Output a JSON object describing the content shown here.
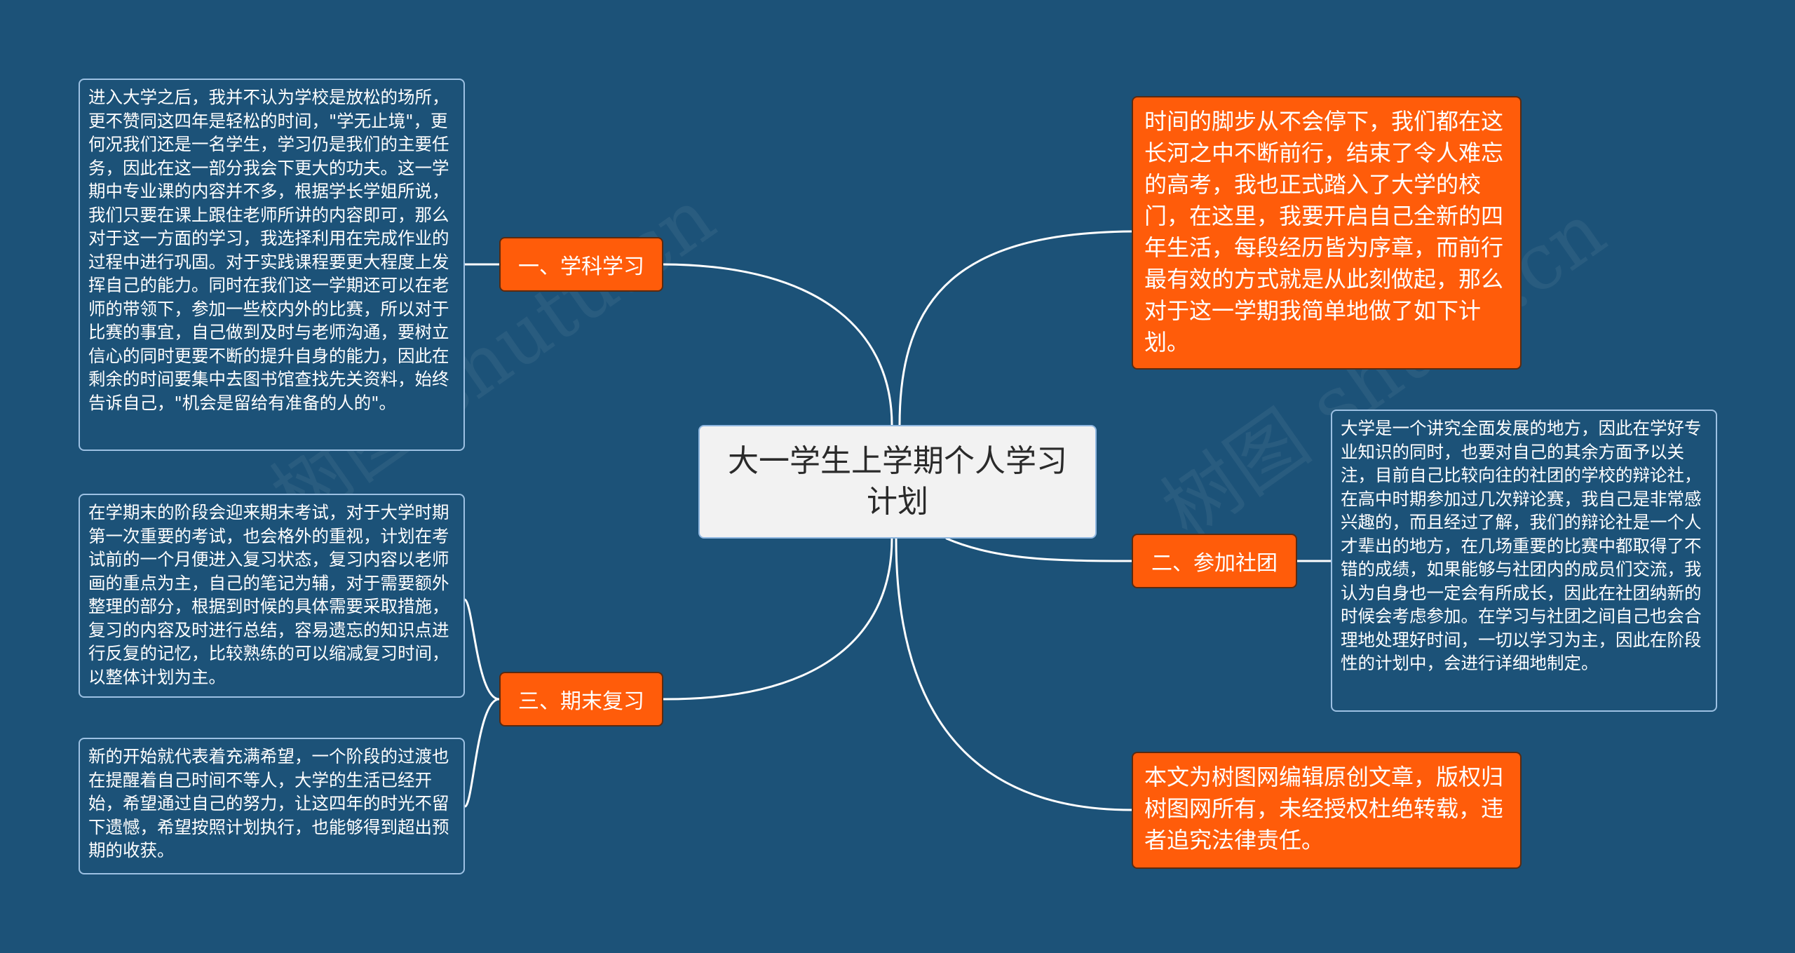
{
  "root": {
    "title": "大一学生上学期个人学习计划"
  },
  "branches": {
    "subject": {
      "label": "一、学科学习"
    },
    "club": {
      "label": "二、参加社团"
    },
    "final_review": {
      "label": "三、期末复习"
    }
  },
  "intro_text": "时间的脚步从不会停下，我们都在这长河之中不断前行，结束了令人难忘的高考，我也正式踏入了大学的校门，在这里，我要开启自己全新的四年生活，每段经历皆为序章，而前行最有效的方式就是从此刻做起，那么对于这一学期我简单地做了如下计划。",
  "copyright_text": "本文为树图网编辑原创文章，版权归树图网所有，未经授权杜绝转载，违者追究法律责任。",
  "leaves": {
    "subject_detail": "进入大学之后，我并不认为学校是放松的场所，更不赞同这四年是轻松的时间，\"学无止境\"，更何况我们还是一名学生，学习仍是我们的主要任务，因此在这一部分我会下更大的功夫。这一学期中专业课的内容并不多，根据学长学姐所说，我们只要在课上跟住老师所讲的内容即可，那么对于这一方面的学习，我选择利用在完成作业的过程中进行巩固。对于实践课程要更大程度上发挥自己的能力。同时在我们这一学期还可以在老师的带领下，参加一些校内外的比赛，所以对于比赛的事宜，自己做到及时与老师沟通，要树立信心的同时更要不断的提升自身的能力，因此在剩余的时间要集中去图书馆查找先关资料，始终告诉自己，\"机会是留给有准备的人的\"。",
    "club_detail": "大学是一个讲究全面发展的地方，因此在学好专业知识的同时，也要对自己的其余方面予以关注，目前自己比较向往的社团的学校的辩论社，在高中时期参加过几次辩论赛，我自己是非常感兴趣的，而且经过了解，我们的辩论社是一个人才辈出的地方，在几场重要的比赛中都取得了不错的成绩，如果能够与社团内的成员们交流，我认为自身也一定会有所成长，因此在社团纳新的时候会考虑参加。在学习与社团之间自己也会合理地处理好时间，一切以学习为主，因此在阶段性的计划中，会进行详细地制定。",
    "review_detail": "在学期末的阶段会迎来期末考试，对于大学时期第一次重要的考试，也会格外的重视，计划在考试前的一个月便进入复习状态，复习内容以老师画的重点为主，自己的笔记为辅，对于需要额外整理的部分，根据到时候的具体需要采取措施，复习的内容及时进行总结，容易遗忘的知识点进行反复的记忆，比较熟练的可以缩减复习时间，以整体计划为主。",
    "conclusion": "新的开始就代表着充满希望，一个阶段的过渡也在提醒着自己时间不等人，大学的生活已经开始，希望通过自己的努力，让这四年的时光不留下遗憾，希望按照计划执行，也能够得到超出预期的收获。"
  },
  "watermark": "树图 shutu.cn",
  "colors": {
    "background": "#1c5278",
    "branch_fill": "#ff5c0a",
    "root_fill": "#f2f2f2",
    "link": "#ffffff"
  }
}
